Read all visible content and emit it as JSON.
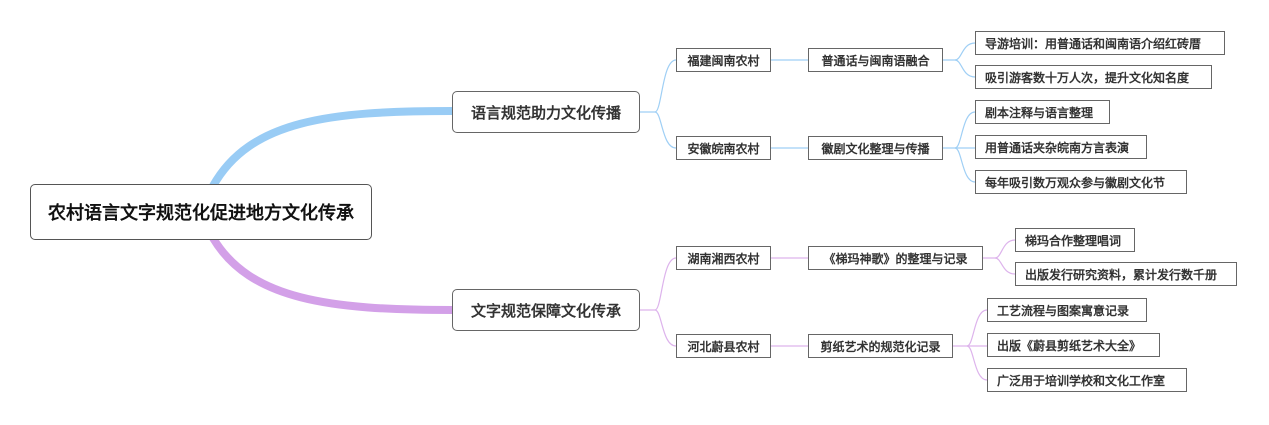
{
  "root": {
    "label": "农村语言文字规范化促进地方文化传承"
  },
  "branches": [
    {
      "label": "语言规范助力文化传播",
      "color": "#99ccf5",
      "regions": [
        {
          "label": "福建闽南农村",
          "topic": "普通话与闽南语融合",
          "points": [
            "导游培训：用普通话和闽南语介绍红砖厝",
            "吸引游客数十万人次，提升文化知名度"
          ]
        },
        {
          "label": "安徽皖南农村",
          "topic": "徽剧文化整理与传播",
          "points": [
            "剧本注释与语言整理",
            "用普通话夹杂皖南方言表演",
            "每年吸引数万观众参与徽剧文化节"
          ]
        }
      ]
    },
    {
      "label": "文字规范保障文化传承",
      "color": "#d3a0e8",
      "regions": [
        {
          "label": "湖南湘西农村",
          "topic": "《梯玛神歌》的整理与记录",
          "points": [
            "梯玛合作整理唱词",
            "出版发行研究资料，累计发行数千册"
          ]
        },
        {
          "label": "河北蔚县农村",
          "topic": "剪纸艺术的规范化记录",
          "points": [
            "工艺流程与图案寓意记录",
            "出版《蔚县剪纸艺术大全》",
            "广泛用于培训学校和文化工作室"
          ]
        }
      ]
    }
  ]
}
